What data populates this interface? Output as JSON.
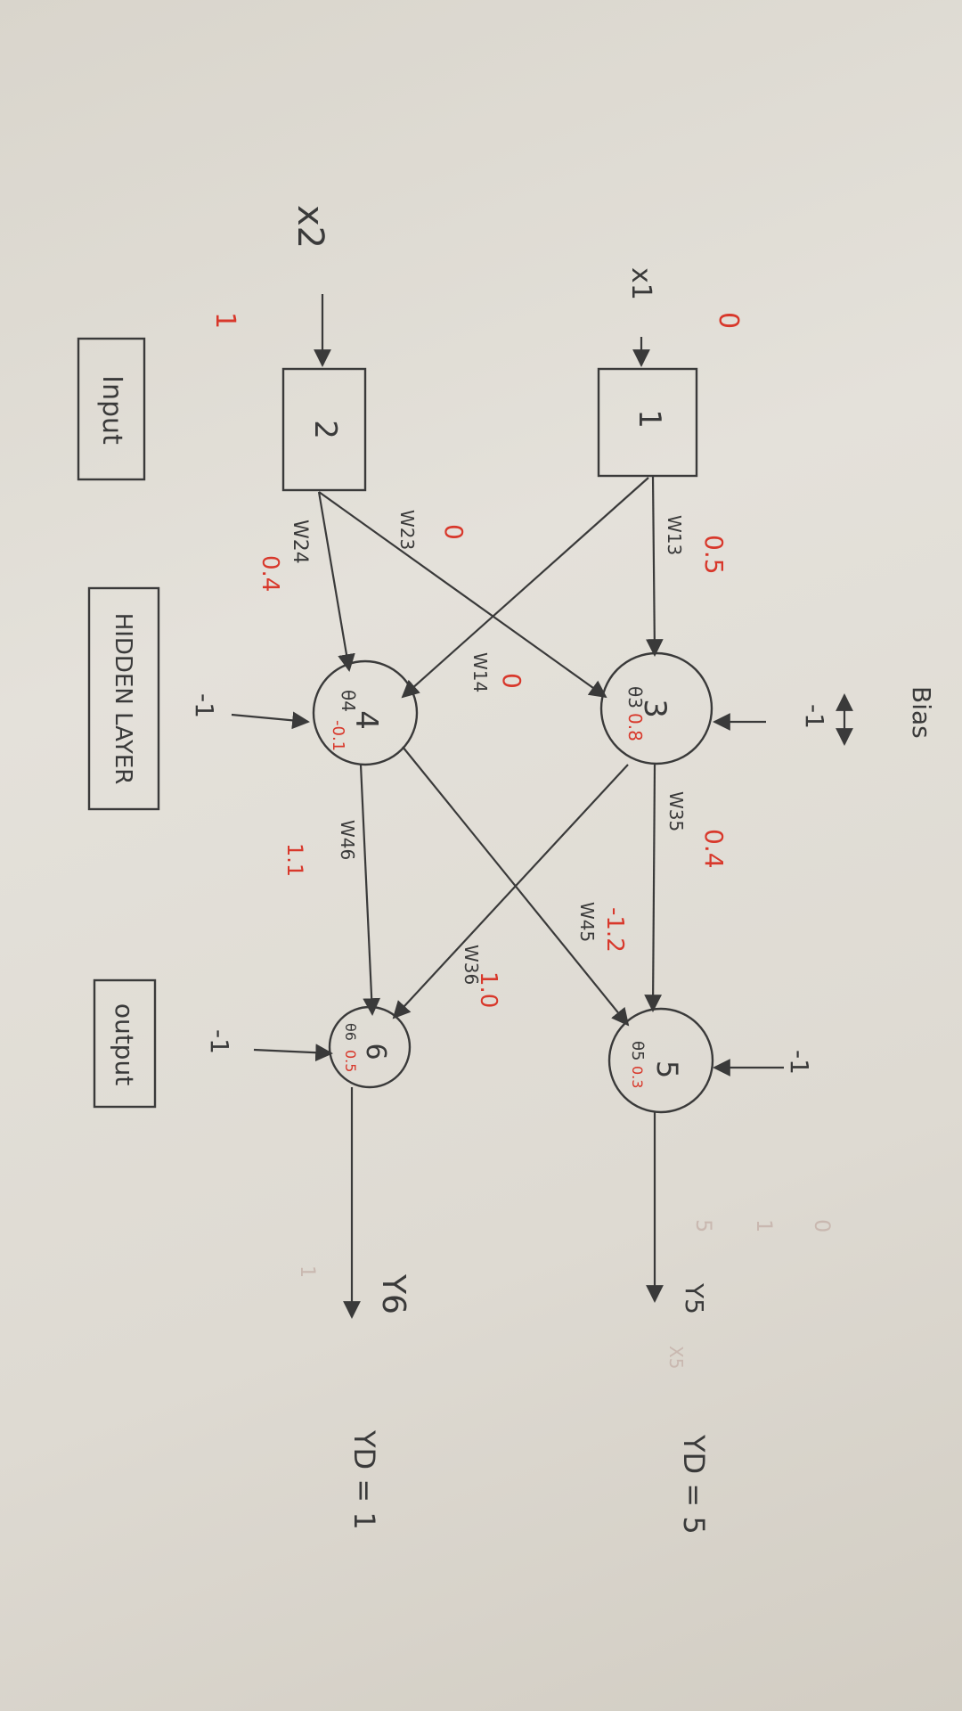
{
  "diagram": {
    "bias_label": "Bias",
    "bias_values": {
      "top": "-1",
      "node4": "-1",
      "node5": "-1",
      "node6": "-1"
    },
    "inputs": {
      "x1_label": "x1",
      "x2_label": "x2",
      "x1_value": "0",
      "x2_value": "1",
      "node1_label": "1",
      "node2_label": "2"
    },
    "hidden": {
      "node3_label": "3",
      "node4_label": "4",
      "theta3_label": "θ3",
      "theta3_value": "0.8",
      "theta4_label": "θ4",
      "theta4_value": "-0.1"
    },
    "outputs": {
      "node5_label": "5",
      "node6_label": "6",
      "theta5_label": "θ5",
      "theta5_value": "0.3",
      "theta6_label": "θ6",
      "theta6_value": "0.5",
      "y5_label": "Y5",
      "y6_label": "Y6",
      "yd5_label": "YD = 5",
      "yd6_label": "YD = 1"
    },
    "weights": {
      "w13_label": "W13",
      "w13_value": "0.5",
      "w14_label": "W14",
      "w14_value": "0",
      "w23_label": "W23",
      "w23_value": "0",
      "w24_label": "W24",
      "w24_value": "0.4",
      "w35_label": "W35",
      "w35_value": "0.4",
      "w36_label": "W36",
      "w36_value": "1.0",
      "w45_label": "W45",
      "w45_value": "-1.2",
      "w46_label": "W46",
      "w46_value": "1.1"
    },
    "layer_labels": {
      "input": "Input",
      "hidden": "HIDDEN LAYER",
      "output": "output"
    },
    "faint_marks": [
      "5",
      "1",
      "0",
      "X5",
      "1"
    ]
  }
}
